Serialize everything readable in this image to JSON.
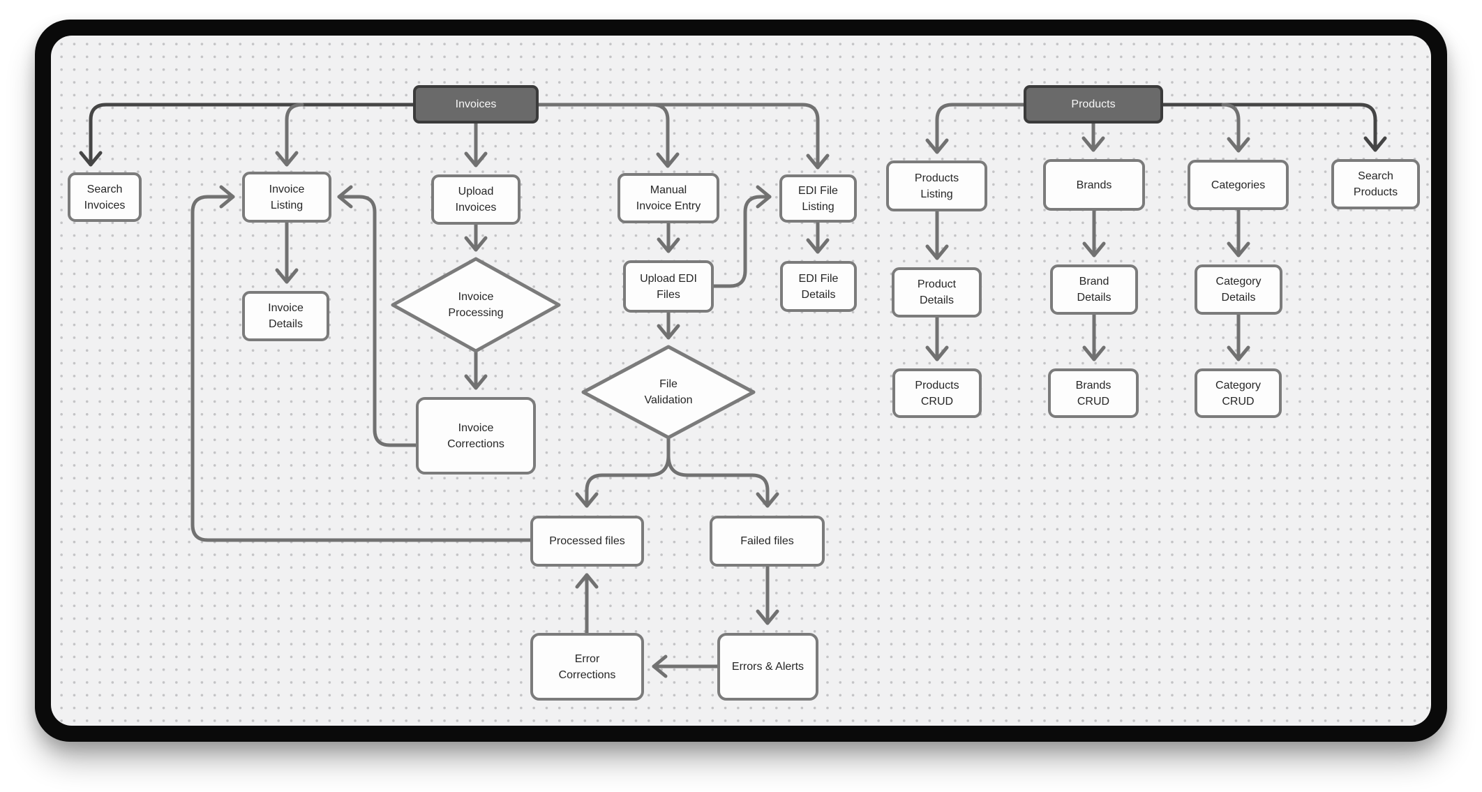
{
  "diagram": {
    "headers": {
      "invoices": {
        "label": "Invoices"
      },
      "products": {
        "label": "Products"
      }
    },
    "nodes": {
      "search_invoices": {
        "label": "Search\nInvoices"
      },
      "invoice_listing": {
        "label": "Invoice\nListing"
      },
      "invoice_details": {
        "label": "Invoice\nDetails"
      },
      "upload_invoices": {
        "label": "Upload\nInvoices"
      },
      "invoice_processing": {
        "label": "Invoice\nProcessing"
      },
      "invoice_corrections": {
        "label": "Invoice\nCorrections"
      },
      "manual_invoice_entry": {
        "label": "Manual\nInvoice Entry"
      },
      "upload_edi_files": {
        "label": "Upload EDI\nFiles"
      },
      "file_validation": {
        "label": "File\nValidation"
      },
      "edi_file_listing": {
        "label": "EDI File\nListing"
      },
      "edi_file_details": {
        "label": "EDI File\nDetails"
      },
      "processed_files": {
        "label": "Processed files"
      },
      "failed_files": {
        "label": "Failed files"
      },
      "error_corrections": {
        "label": "Error\nCorrections"
      },
      "errors_alerts": {
        "label": "Errors & Alerts"
      },
      "products_listing": {
        "label": "Products\nListing"
      },
      "product_details": {
        "label": "Product\nDetails"
      },
      "products_crud": {
        "label": "Products\nCRUD"
      },
      "brands": {
        "label": "Brands"
      },
      "brand_details": {
        "label": "Brand\nDetails"
      },
      "brands_crud": {
        "label": "Brands\nCRUD"
      },
      "categories": {
        "label": "Categories"
      },
      "category_details": {
        "label": "Category\nDetails"
      },
      "category_crud": {
        "label": "Category\nCRUD"
      },
      "search_products": {
        "label": "Search\nProducts"
      }
    },
    "colors": {
      "canvas_bg": "#f1f1f2",
      "dot_grid": "#c3c3c5",
      "node_fill": "#fdfdfd",
      "node_border": "#7b7b7b",
      "node_text": "#262626",
      "header_fill": "#6a6a6a",
      "header_border": "#3b3b3b",
      "header_text": "#f7f7f7",
      "connector": "#717171",
      "connector_dark": "#454545",
      "frame": "#0a0a0a"
    }
  }
}
